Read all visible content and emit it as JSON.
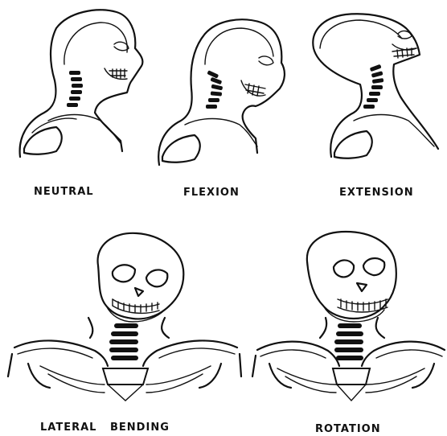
{
  "labels": {
    "neutral": "NEUTRAL",
    "flexion": "FLEXION",
    "extension": "EXTENSION",
    "lateral_bending": "LATERAL   BENDING",
    "rotation": "ROTATION"
  }
}
